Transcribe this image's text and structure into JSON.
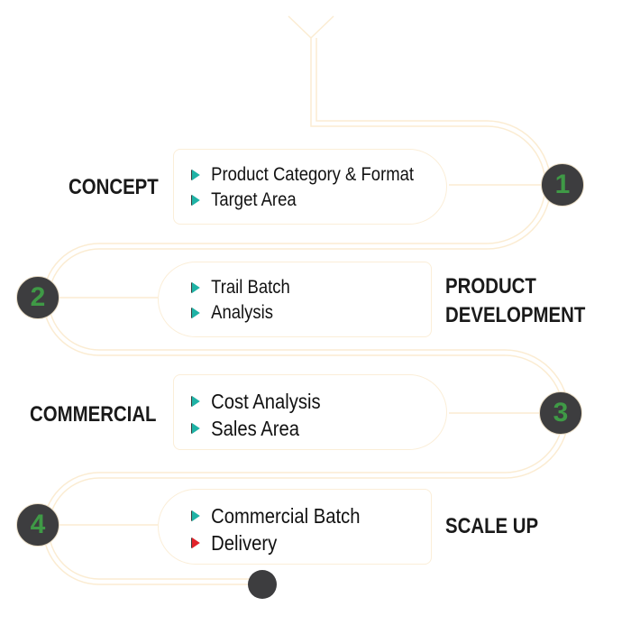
{
  "stages": [
    {
      "number": "1",
      "title": "CONCEPT",
      "items": [
        "Product Category & Format",
        "Target Area"
      ]
    },
    {
      "number": "2",
      "title_line1": "PRODUCT",
      "title_line2": "DEVELOPMENT",
      "items": [
        "Trail Batch",
        "Analysis"
      ]
    },
    {
      "number": "3",
      "title": "COMMERCIAL",
      "items": [
        "Cost Analysis",
        "Sales Area"
      ]
    },
    {
      "number": "4",
      "title": "SCALE UP",
      "items": [
        "Commercial Batch",
        "Delivery"
      ]
    }
  ],
  "colors": {
    "number": "#3f9a46",
    "circle": "#3d3d3f",
    "bullet": "#1fb3a6",
    "bullet_last": "#e2232a",
    "path": "#fbeed5"
  }
}
